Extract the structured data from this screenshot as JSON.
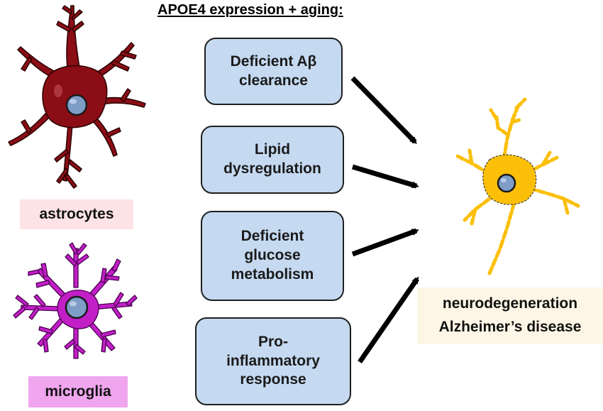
{
  "title": "APOE4 expression + aging:",
  "cells": {
    "astrocyte": {
      "label": "astrocytes",
      "color": "#8b0d16",
      "label_bg": "#fde3e5"
    },
    "microglia": {
      "label": "microglia",
      "color": "#c21fc7",
      "label_bg": "#f0a6ee"
    },
    "neuron": {
      "color": "#fbbf08"
    },
    "nucleus_color": "#7e9dc7"
  },
  "factors": [
    {
      "label": "Deficient Aβ\nclearance"
    },
    {
      "label": "Lipid\ndysregulation"
    },
    {
      "label": "Deficient\nglucose\nmetabolism"
    },
    {
      "label": "Pro-\ninflammatory\nresponse"
    }
  ],
  "outcome": {
    "line1": "neurodegeneration",
    "line2": "Alzheimer’s disease",
    "background": "#fdf6e6"
  },
  "box_fill": "#c5d9f1"
}
